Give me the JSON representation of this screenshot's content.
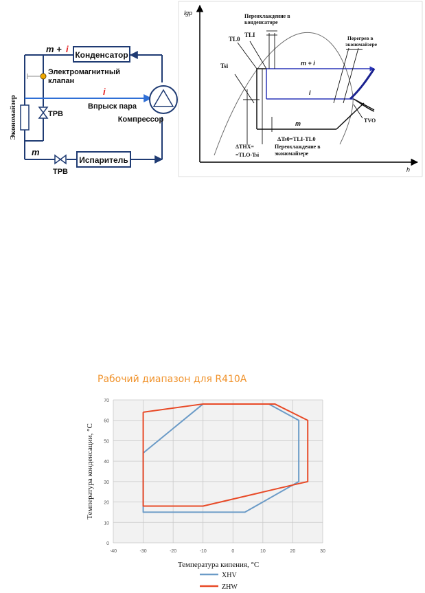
{
  "schematic": {
    "labels": {
      "m_plus": "m +",
      "i_red": "i",
      "condenser": "Конденсатор",
      "solenoid_line1": "Электромагнитный",
      "solenoid_line2": "клапан",
      "trv_top": "ТРВ",
      "economizer": "Экономайзер",
      "injection_i": "i",
      "vapor_injection": "Впрыск пара",
      "compressor": "Компрессор",
      "m": "m",
      "evaporator": "Испаритель",
      "trv_bottom": "ТРВ"
    },
    "colors": {
      "line": "#1f3b73",
      "injection": "#2f6fd6",
      "red": "#e32020",
      "valve": "#f0a800"
    }
  },
  "ph_diagram": {
    "labels": {
      "y_axis": "lgp",
      "x_axis": "h",
      "subcool_cond_1": "Переохлаждение в",
      "subcool_cond_2": "конденсаторе",
      "tl0": "TL0",
      "tli": "TLI",
      "superheat_1": "Перегрев в",
      "superheat_2": "экономайзере",
      "tsi": "Tsi",
      "m_plus_i": "m + i",
      "i": "i",
      "tvo": "TVO",
      "m": "m",
      "dthx_1": "ΔTHX=",
      "dthx_2": "=TLO-Tsi",
      "dts0": "ΔTs0=TLI-TL0",
      "subcool_econ_1": "Переохлаждение в",
      "subcool_econ_2": "экономайзере"
    },
    "colors": {
      "cycle": "#2a35b8",
      "axes": "#000000",
      "dome": "#6a6a6a"
    }
  },
  "chart_data": {
    "type": "line",
    "title": "Рабочий диапазон для R410A",
    "xlabel": "Температура кипения, °C",
    "ylabel": "Температура конденсации, °C",
    "xlim": [
      -40,
      30
    ],
    "ylim": [
      0,
      70
    ],
    "xticks": [
      -40,
      -30,
      -20,
      -10,
      0,
      10,
      20,
      30
    ],
    "yticks": [
      0,
      10,
      20,
      30,
      40,
      50,
      60,
      70
    ],
    "grid": true,
    "legend": "bottom",
    "title_color": "#f0922b",
    "series": [
      {
        "name": "XHV",
        "color": "#6b9bc7",
        "x": [
          -30,
          -10,
          12,
          22,
          22,
          4,
          -30,
          -30
        ],
        "y": [
          44,
          68,
          68,
          60,
          30,
          15,
          15,
          44
        ]
      },
      {
        "name": "ZHW",
        "color": "#e84a27",
        "x": [
          -30,
          -10,
          14,
          25,
          25,
          22,
          -10,
          -30,
          -30
        ],
        "y": [
          64,
          68,
          68,
          60,
          30,
          29,
          18,
          18,
          64
        ]
      }
    ]
  }
}
